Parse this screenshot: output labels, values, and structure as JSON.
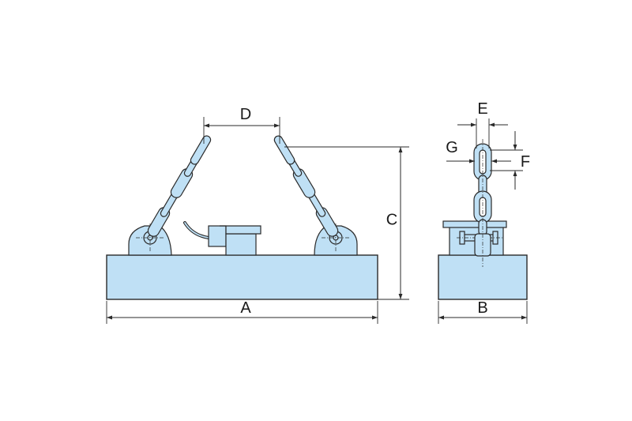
{
  "labels": {
    "length": "A",
    "width": "B",
    "height": "C",
    "hook_spacing": "D",
    "chain_link_width": "E",
    "chain_link_length": "F",
    "chain_wire_diameter": "G"
  },
  "colors": {
    "magnet_fill": "#bfe0f5",
    "outline": "#2a2a2a",
    "background": "#ffffff"
  }
}
